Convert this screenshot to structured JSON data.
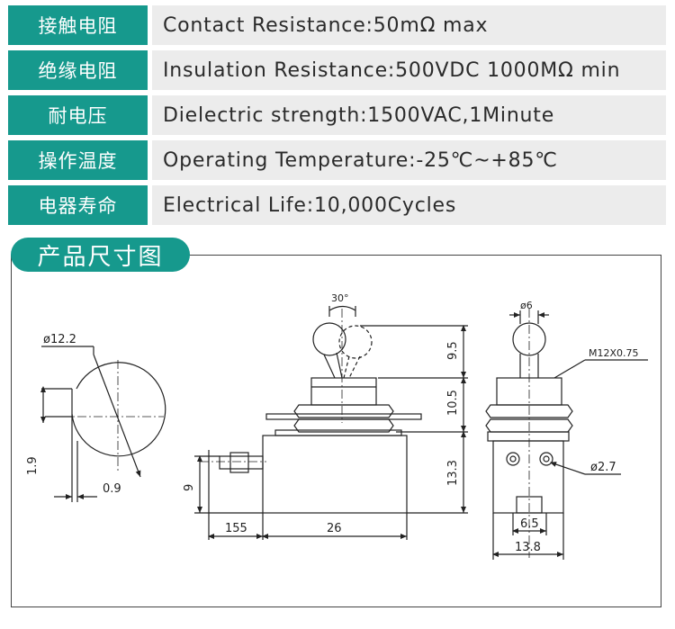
{
  "specs": [
    {
      "label": "接触电阻",
      "value": "Contact Resistance:50mΩ max"
    },
    {
      "label": "绝缘电阻",
      "value": "Insulation Resistance:500VDC 1000MΩ min"
    },
    {
      "label": "耐电压",
      "value": "Dielectric strength:1500VAC,1Minute"
    },
    {
      "label": "操作温度",
      "value": "Operating Temperature:-25℃~+85℃"
    },
    {
      "label": "电器寿命",
      "value": "Electrical Life:10,000Cycles"
    }
  ],
  "section_title": "产品尺寸图",
  "dimensions": {
    "panel_diameter": "ø12.2",
    "panel_offset": "1.9",
    "panel_width": "0.9",
    "toggle_angle": "30°",
    "lever_height": "9.5",
    "bushing_height": "10.5",
    "body_height": "13.3",
    "terminal_height": "9",
    "terminal_length": "155",
    "body_length": "26",
    "lever_diameter": "ø6",
    "thread": "M12X0.75",
    "hole_diameter": "ø2.7",
    "terminal_pitch": "6.5",
    "body_width": "13.8"
  }
}
